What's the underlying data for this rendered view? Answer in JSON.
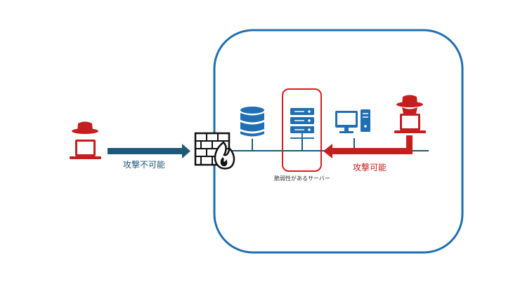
{
  "labels": {
    "attack_blocked": "攻撃不可能",
    "vulnerable_server": "脆弱性があるサーバー",
    "attack_possible": "攻撃可能"
  },
  "icons": {
    "outside_attacker": "hacker-laptop-icon",
    "firewall": "firewall-icon",
    "database": "database-icon",
    "server": "server-icon",
    "desktop": "desktop-pc-icon",
    "inside_attacker": "hacker-laptop-icon"
  },
  "colors": {
    "network_border": "#1f6fb2",
    "icon_blue": "#1f6fb2",
    "attacker_red": "#c41e1e",
    "blocked_arrow": "#1c5a78",
    "blocked_text": "#1c5a78",
    "possible_arrow": "#c41e1e",
    "possible_text": "#c41e1e",
    "highlight": "#d81e1e"
  }
}
